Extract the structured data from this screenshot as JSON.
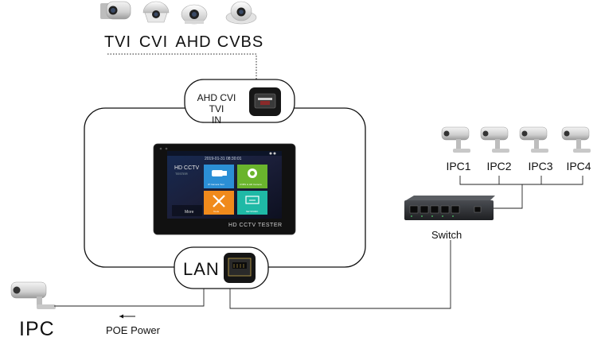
{
  "cameras_top": [
    {
      "label": "TVI",
      "icon": "bullet-camera-icon"
    },
    {
      "label": "CVI",
      "icon": "dome-camera-icon"
    },
    {
      "label": "AHD",
      "icon": "dome-camera-icon"
    },
    {
      "label": "CVBS",
      "icon": "turret-camera-icon"
    }
  ],
  "tester": {
    "input_port_label": "AHD CVI TVI\nIN",
    "lan_label": "LAN",
    "screen": {
      "title": "HD CCTV",
      "subtitle": "TESTER",
      "more": "More",
      "datetime": "2019-01-31 08:30:01",
      "bottom_label": "HD CCTV TESTER",
      "tiles": [
        {
          "label": "IP Camera Test",
          "color": "#2b8fd6",
          "icon": "camera-icon"
        },
        {
          "label": "CVBS & HD Camera",
          "color": "#6ab42d",
          "icon": "camera-lens-icon"
        },
        {
          "label": "Tools",
          "color": "#f08a1c",
          "icon": "tools-icon"
        },
        {
          "label": "NETWORK",
          "color": "#1fb9a6",
          "icon": "network-icon"
        }
      ]
    }
  },
  "switch": {
    "label": "Switch"
  },
  "ipcs": [
    "IPC1",
    "IPC2",
    "IPC3",
    "IPC4"
  ],
  "ipc_left": {
    "label": "IPC"
  },
  "poe": {
    "label": "POE Power"
  }
}
